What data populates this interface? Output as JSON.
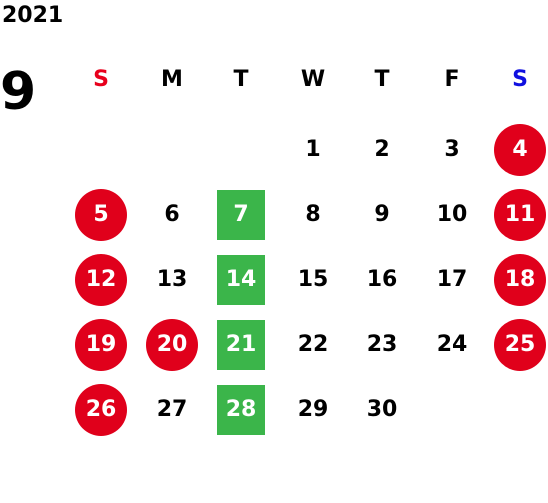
{
  "calendar": {
    "year": "2021",
    "month": "9",
    "colors": {
      "sunday_header": "#e8001c",
      "saturday_header": "#1010e0",
      "holiday_circle": "#e0001b",
      "highlight_box": "#3bb54a",
      "normal_text": "#000000"
    },
    "weekdays": [
      "S",
      "M",
      "T",
      "W",
      "T",
      "F",
      "S"
    ],
    "weeks": [
      [
        {
          "day": "",
          "style": "none"
        },
        {
          "day": "",
          "style": "none"
        },
        {
          "day": "",
          "style": "none"
        },
        {
          "day": "1",
          "style": "normal"
        },
        {
          "day": "2",
          "style": "normal"
        },
        {
          "day": "3",
          "style": "normal"
        },
        {
          "day": "4",
          "style": "holiday"
        }
      ],
      [
        {
          "day": "5",
          "style": "holiday"
        },
        {
          "day": "6",
          "style": "normal"
        },
        {
          "day": "7",
          "style": "green"
        },
        {
          "day": "8",
          "style": "normal"
        },
        {
          "day": "9",
          "style": "normal"
        },
        {
          "day": "10",
          "style": "normal"
        },
        {
          "day": "11",
          "style": "holiday"
        }
      ],
      [
        {
          "day": "12",
          "style": "holiday"
        },
        {
          "day": "13",
          "style": "normal"
        },
        {
          "day": "14",
          "style": "green"
        },
        {
          "day": "15",
          "style": "normal"
        },
        {
          "day": "16",
          "style": "normal"
        },
        {
          "day": "17",
          "style": "normal"
        },
        {
          "day": "18",
          "style": "holiday"
        }
      ],
      [
        {
          "day": "19",
          "style": "holiday"
        },
        {
          "day": "20",
          "style": "holiday"
        },
        {
          "day": "21",
          "style": "green"
        },
        {
          "day": "22",
          "style": "normal"
        },
        {
          "day": "23",
          "style": "normal"
        },
        {
          "day": "24",
          "style": "normal"
        },
        {
          "day": "25",
          "style": "holiday"
        }
      ],
      [
        {
          "day": "26",
          "style": "holiday"
        },
        {
          "day": "27",
          "style": "normal"
        },
        {
          "day": "28",
          "style": "green"
        },
        {
          "day": "29",
          "style": "normal"
        },
        {
          "day": "30",
          "style": "normal"
        },
        {
          "day": "",
          "style": "none"
        },
        {
          "day": "",
          "style": "none"
        }
      ]
    ]
  }
}
